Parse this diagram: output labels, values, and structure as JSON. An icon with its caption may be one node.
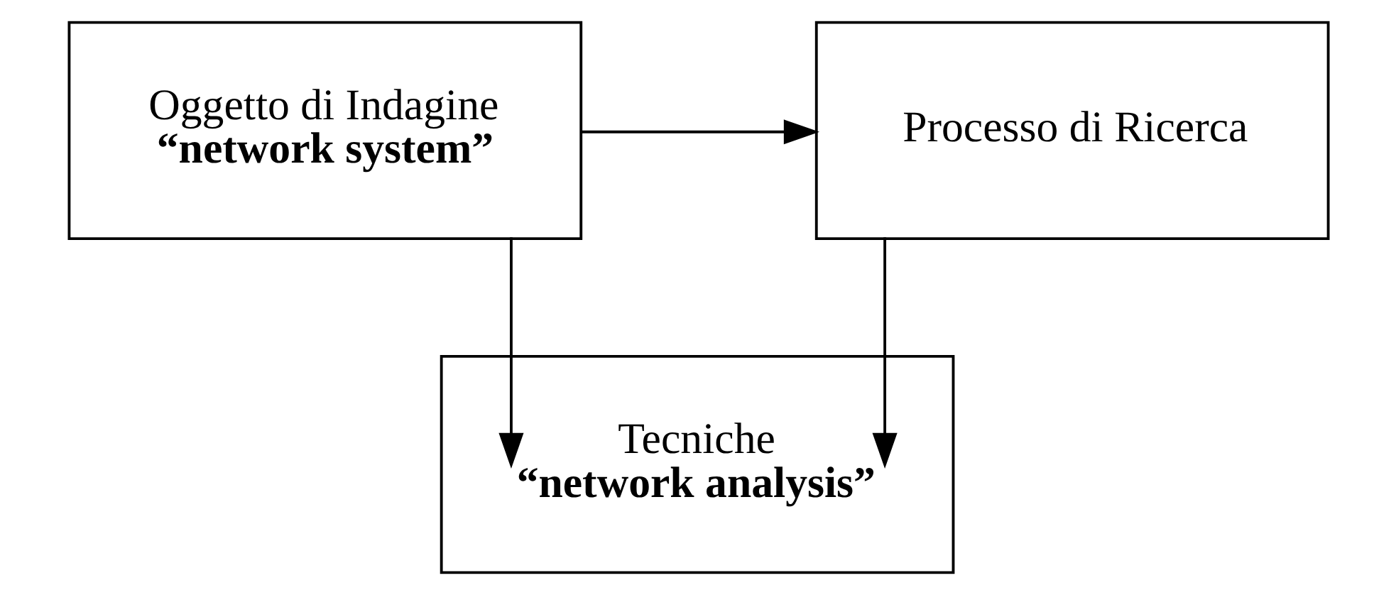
{
  "diagram": {
    "nodes": [
      {
        "text": [
          "Oggetto di Indagine",
          "“network system”"
        ]
      },
      {
        "text": [
          "Processo di Ricerca"
        ]
      },
      {
        "text": [
          "Tecniche",
          "“network analysis”"
        ]
      }
    ],
    "edges": [
      {
        "from": 0,
        "to": 1,
        "arrow": "to"
      },
      {
        "from": 0,
        "to": 2,
        "arrow": "to"
      },
      {
        "from": 1,
        "to": 2,
        "arrow": "to"
      }
    ]
  }
}
